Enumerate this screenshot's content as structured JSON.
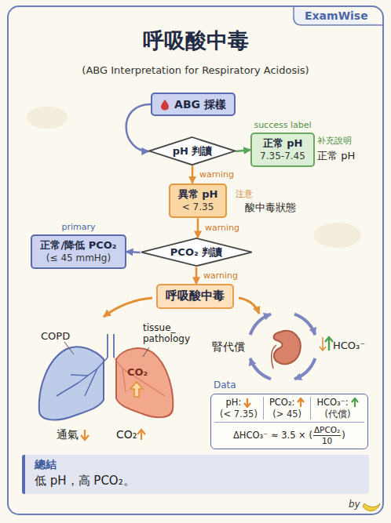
{
  "diagram": {
    "title": "呼吸酸中毒",
    "nodes": [
      {
        "text": [
          "ABG 採樣"
        ]
      },
      {
        "text": [
          "pH 判讀"
        ]
      },
      {
        "text": [
          "success label",
          "正常 pH",
          "7.35-7.45"
        ]
      },
      {
        "text": [
          "異常 pH",
          "< 7.35"
        ]
      },
      {
        "text": [
          "primary",
          "正常/降低 PCO₂",
          "(≤ 45 mmHg)"
        ]
      },
      {
        "text": [
          "PCO₂ 判讀"
        ]
      },
      {
        "text": [
          "呼吸酸中毒"
        ]
      },
      {
        "text": [
          "Data",
          "pH:",
          "(< 7.35)",
          "PCO₂:",
          "(> 45)",
          "HCO₃⁻:",
          "(代償)",
          "ΔHCO₃⁻ ≈ 3.5 × (",
          "ΔPCO₂",
          "10",
          ")"
        ]
      },
      {
        "text": [
          "總結",
          "低 pH，高 PCO₂。"
        ]
      }
    ],
    "edges": [
      {
        "from": 0,
        "to": 1,
        "arrow": "to"
      },
      {
        "from": 1,
        "to": 2,
        "arrow": "to"
      },
      {
        "from": 1,
        "to": 3,
        "label": "warning",
        "arrow": "to"
      },
      {
        "from": 3,
        "to": 5,
        "label": "warning",
        "arrow": "to"
      },
      {
        "from": 5,
        "to": 4,
        "arrow": "to"
      },
      {
        "from": 5,
        "to": 6,
        "label": "warning",
        "arrow": "to"
      }
    ],
    "labels": [
      "ExamWise",
      "(ABG Interpretation for Respiratory Acidosis)",
      "补充說明",
      "正常 pH",
      "注意",
      "酸中毒狀態",
      "COPD",
      "tissue_ pathology",
      "CO₂",
      "通氣",
      "CO₂",
      "腎代償",
      "HCO₃⁻",
      "by"
    ]
  }
}
